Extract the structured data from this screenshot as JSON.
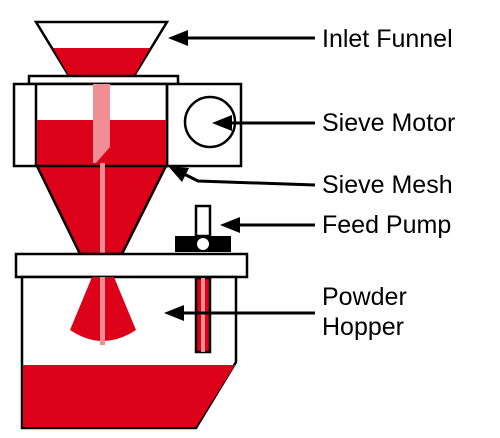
{
  "diagram": {
    "labels": {
      "inlet_funnel": "Inlet Funnel",
      "sieve_motor": "Sieve Motor",
      "sieve_mesh": "Sieve Mesh",
      "feed_pump": "Feed Pump",
      "powder_hopper_line1": "Powder",
      "powder_hopper_line2": "Hopper"
    },
    "colors": {
      "powder": "#dd0019",
      "stream": "#f08d95",
      "outline": "#000000",
      "body": "#ffffff",
      "pump_block": "#000000"
    }
  }
}
